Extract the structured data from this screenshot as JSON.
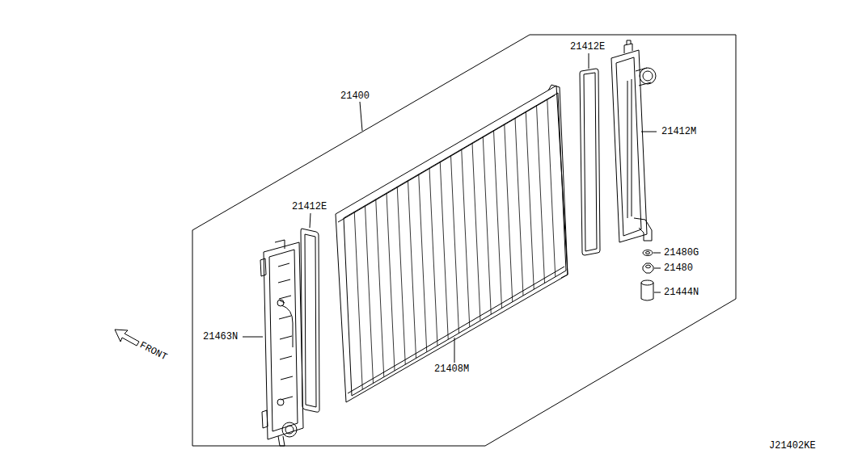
{
  "diagram": {
    "labels": [
      "21400",
      "21412E",
      "21412M",
      "21412E",
      "21480G",
      "21480",
      "21444N",
      "21463N",
      "FRONT",
      "21408M",
      "J21402KE"
    ]
  }
}
